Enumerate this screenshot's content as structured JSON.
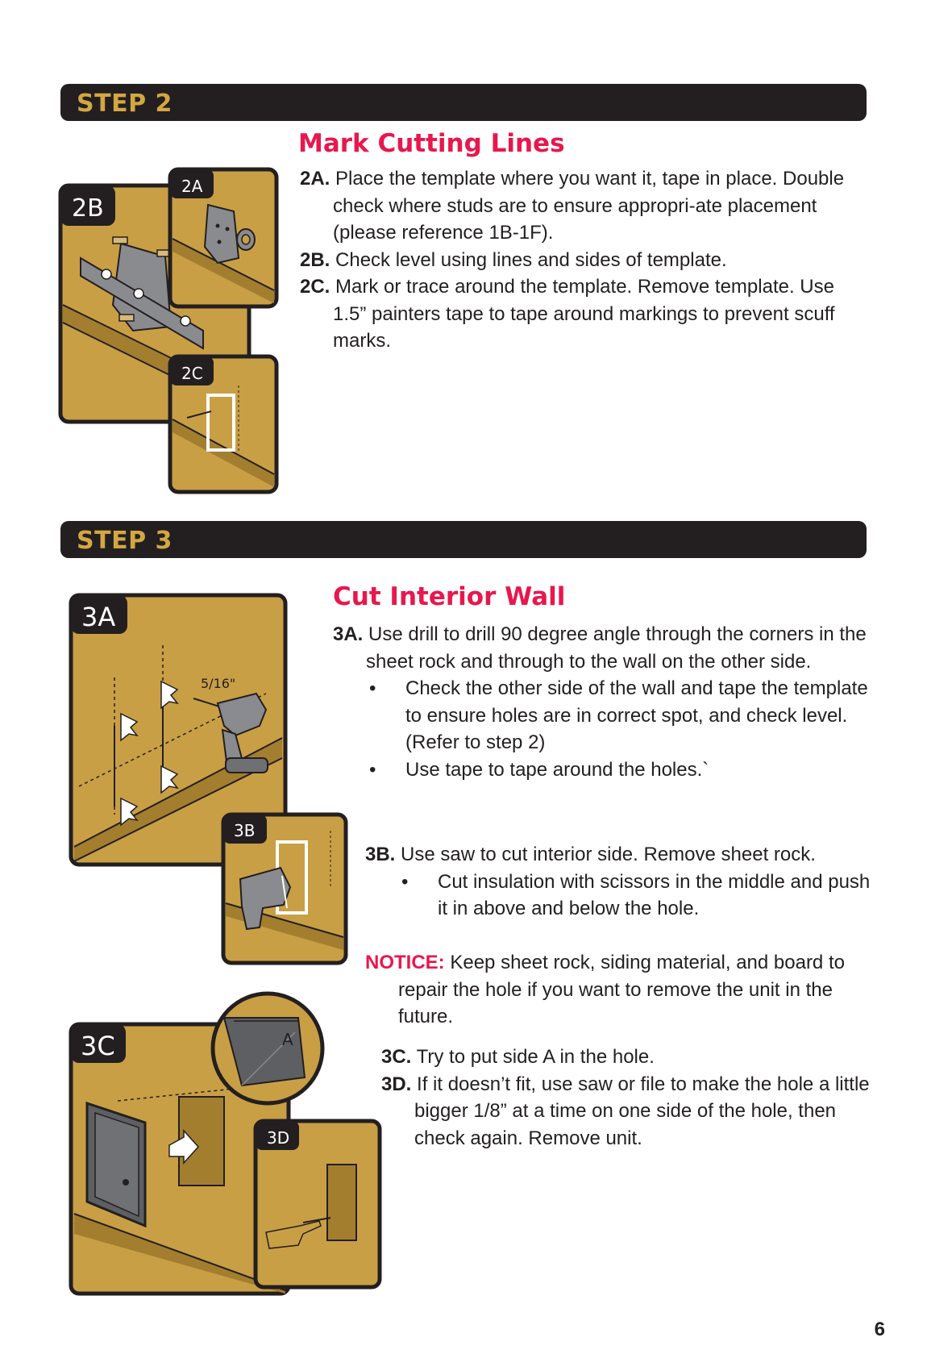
{
  "step2": {
    "bar_label": "STEP 2",
    "heading": "Mark Cutting Lines",
    "panels": {
      "a": "2A",
      "b": "2B",
      "c": "2C"
    },
    "items": [
      {
        "label": "2A.",
        "text": "Place the template where you want it, tape in place. Double check where studs are to ensure appropri-ate placement (please reference 1B-1F)."
      },
      {
        "label": "2B.",
        "text": "Check level using lines and sides of template."
      },
      {
        "label": "2C.",
        "text": "Mark or trace around the template. Remove template. Use 1.5” painters tape to tape around markings to prevent scuff marks."
      }
    ]
  },
  "step3": {
    "bar_label": "STEP 3",
    "heading": "Cut Interior Wall",
    "panels": {
      "a": "3A",
      "b": "3B",
      "c": "3C",
      "d": "3D"
    },
    "drill_size": "5/16\"",
    "side_marker": "A",
    "item_3a": {
      "label": "3A.",
      "text": "Use drill to drill 90 degree angle through the corners in the sheet rock and through to the wall on the other side."
    },
    "bullets_3a": [
      "Check the other side of the wall and tape the template to ensure holes are in correct spot, and check level. (Refer to step 2)",
      "Use tape to tape around the holes.`"
    ],
    "item_3b": {
      "label": "3B.",
      "text": "Use saw to cut interior side. Remove sheet rock."
    },
    "bullets_3b": [
      "Cut insulation with scissors in the middle and push it in above and below the hole."
    ],
    "notice": {
      "label": "NOTICE:",
      "text": "Keep sheet rock, siding material, and board to repair the hole if you want to remove the unit in the future."
    },
    "item_3c": {
      "label": "3C.",
      "text": "Try to put side A in the hole."
    },
    "item_3d": {
      "label": "3D.",
      "text": "If it doesn’t fit, use saw or file to make the hole a little bigger 1/8” at a time on one side of the hole, then check again. Remove unit."
    }
  },
  "bullet_symbol": "•",
  "page_number": "6",
  "colors": {
    "bar": "#231f20",
    "bar_text": "#d3a741",
    "heading": "#e8174d",
    "panel": "#c99f45",
    "panel_dark": "#a37e2e",
    "outline": "#231f20"
  }
}
